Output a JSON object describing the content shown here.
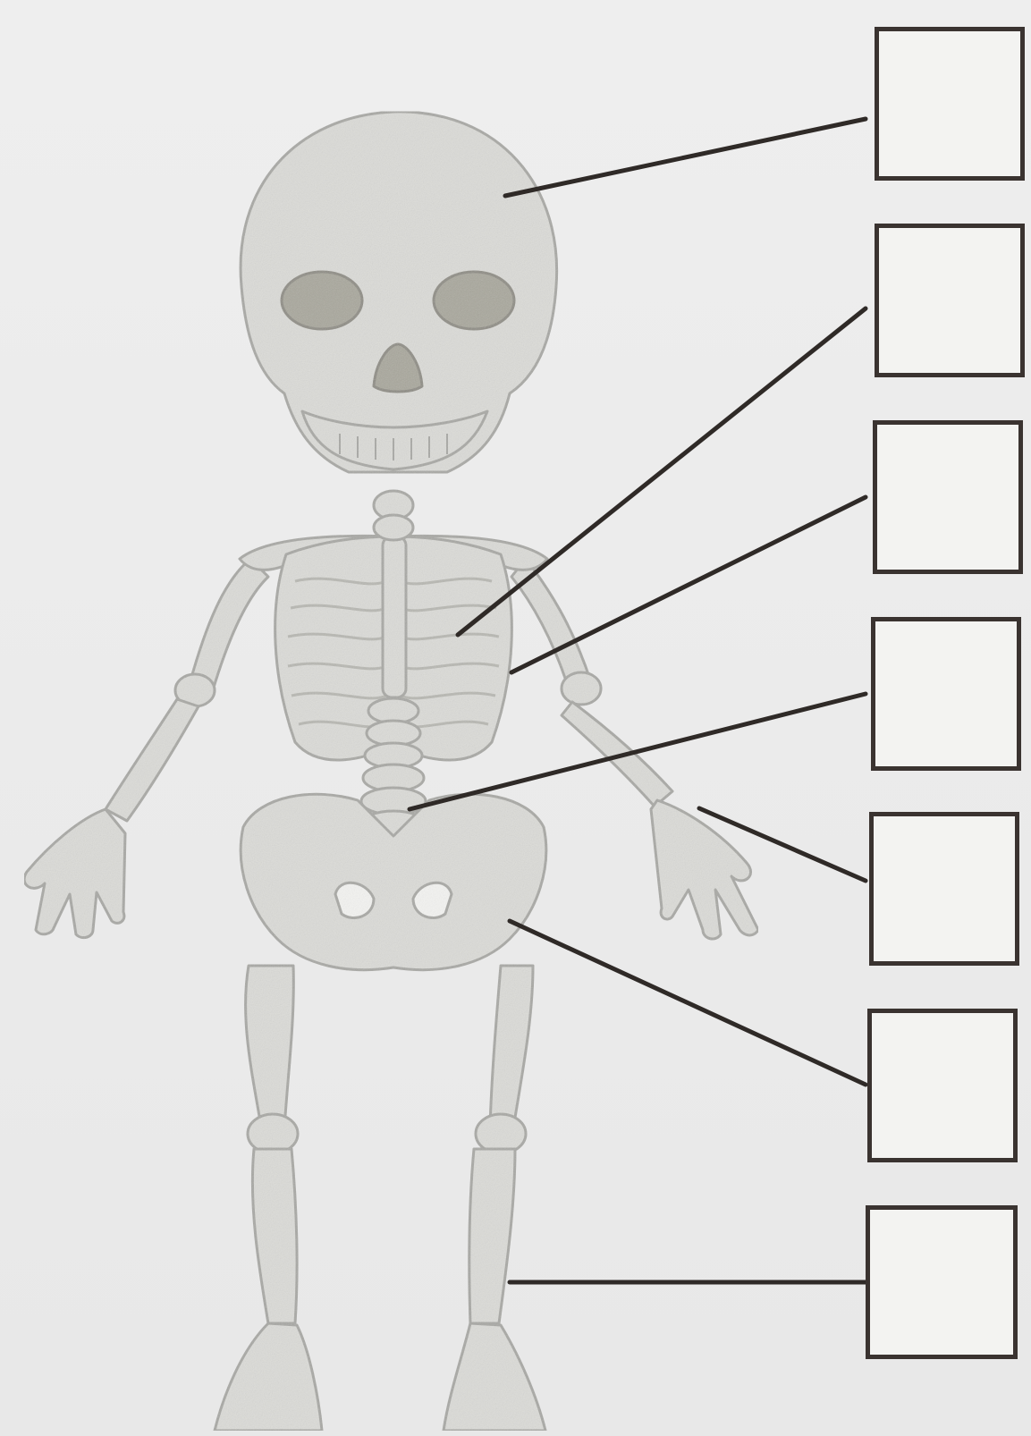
{
  "diagram": {
    "subject": "human skeleton",
    "labels": [
      {
        "id": "skull",
        "text": ""
      },
      {
        "id": "sternum",
        "text": ""
      },
      {
        "id": "ribs",
        "text": ""
      },
      {
        "id": "spine",
        "text": ""
      },
      {
        "id": "hand",
        "text": ""
      },
      {
        "id": "pelvis",
        "text": ""
      },
      {
        "id": "leg",
        "text": ""
      }
    ]
  },
  "colors": {
    "bone_fill": "#dcdcd8",
    "bone_stroke": "#a8a8a4",
    "eye_socket": "#a9a79c",
    "leader_line": "#2f2a27",
    "box_border": "#3a3330"
  }
}
